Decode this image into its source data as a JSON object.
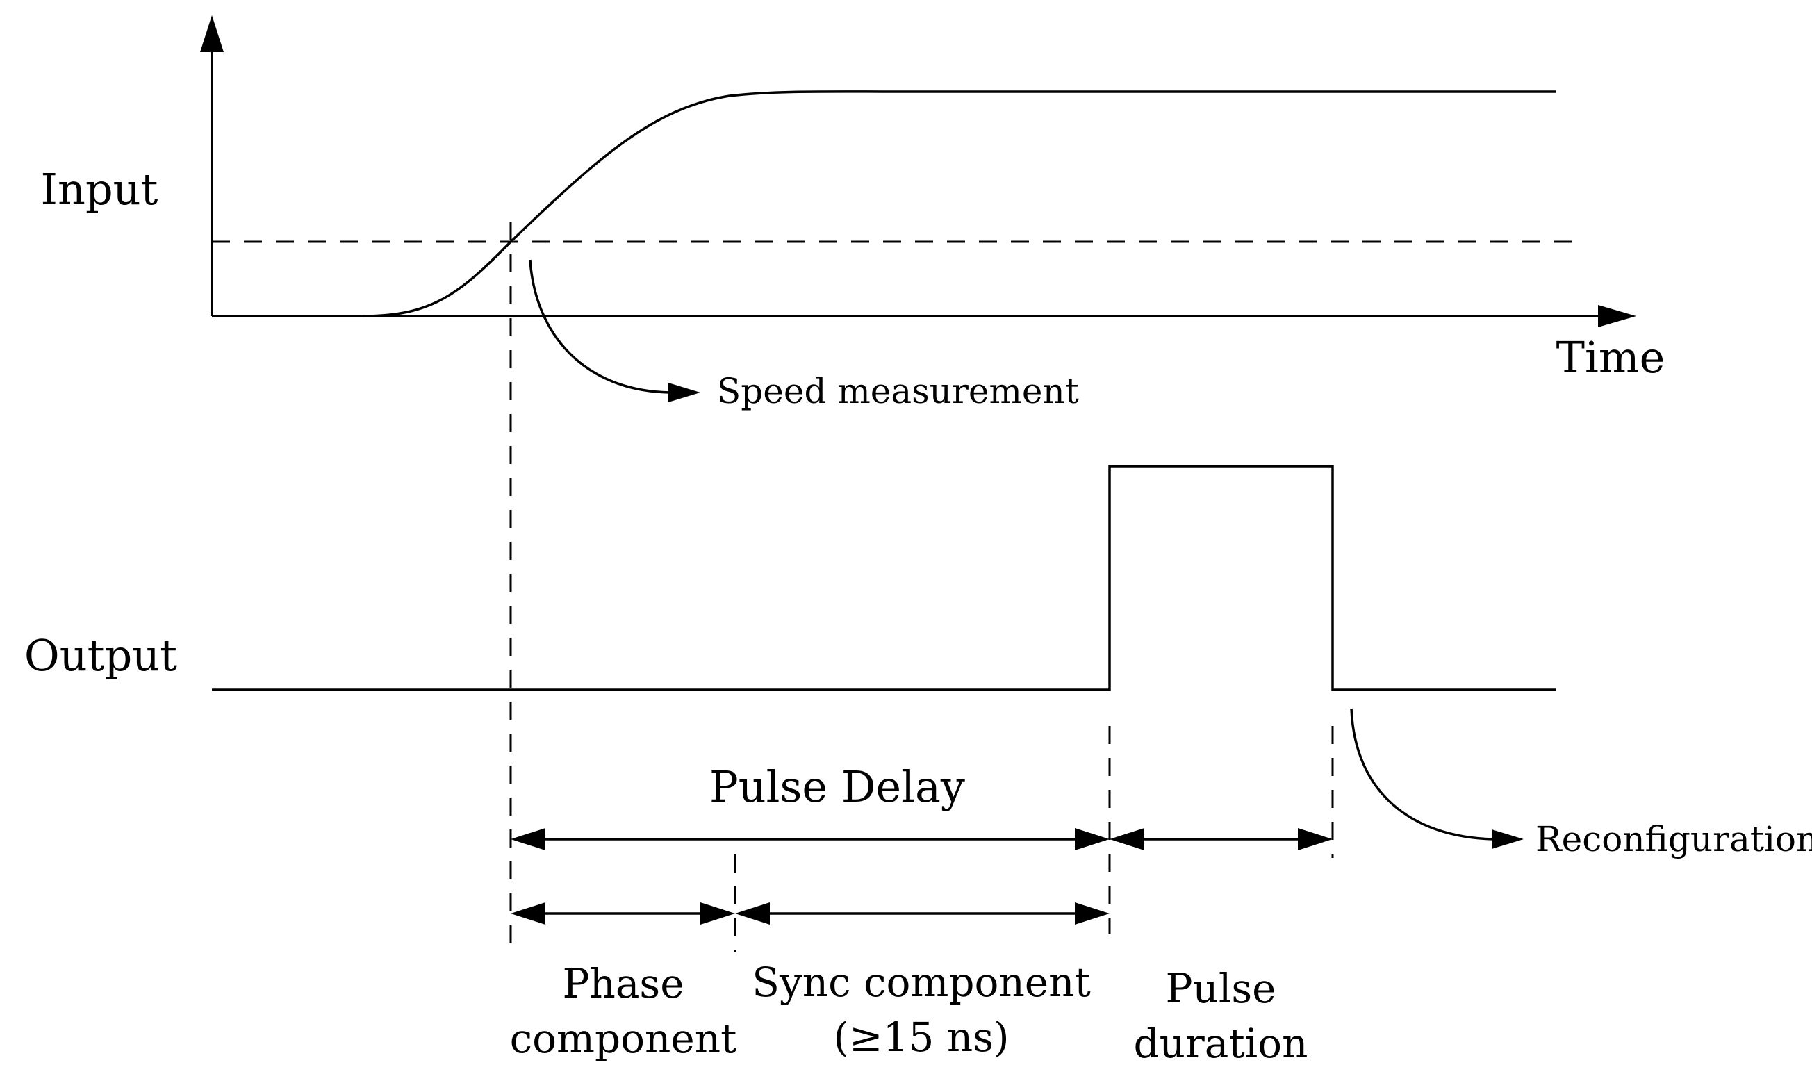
{
  "labels": {
    "input": "Input",
    "output": "Output",
    "time": "Time",
    "speed_measurement": "Speed measurement",
    "pulse_delay": "Pulse Delay",
    "reconfiguration": "Reconfiguration",
    "phase_component": [
      "Phase",
      "component"
    ],
    "sync_component": [
      "Sync component",
      "(≥15 ns)"
    ],
    "pulse_duration": [
      "Pulse",
      "duration"
    ]
  }
}
